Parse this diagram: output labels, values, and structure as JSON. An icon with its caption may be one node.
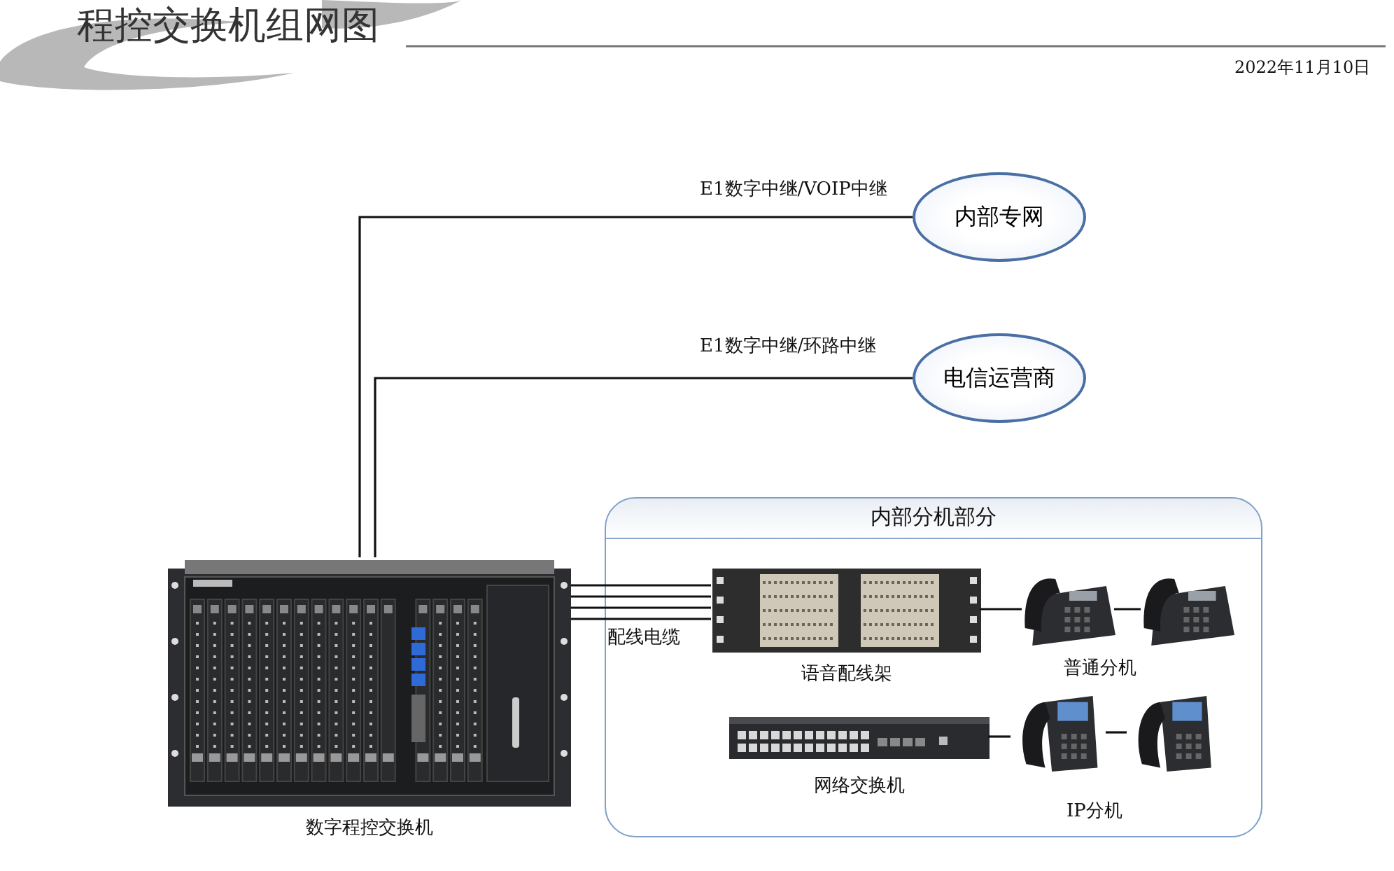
{
  "diagram": {
    "title": "程控交换机组网图",
    "nodes": [
      {
        "text": [
          "内部分机部分"
        ]
      },
      {
        "text": [],
        "shape": "picture",
        "beside": [
          "数字程控交换机"
        ]
      },
      {
        "text": [
          "内部专网"
        ]
      },
      {
        "text": [
          "电信运营商"
        ]
      },
      {
        "text": [],
        "shape": "picture",
        "in": 0,
        "beside": [
          "语音配线架"
        ]
      },
      {
        "text": [],
        "shape": "picture",
        "in": 0
      },
      {
        "text": [],
        "shape": "picture",
        "in": 0
      },
      {
        "text": [],
        "shape": "picture",
        "in": 0,
        "beside": [
          "网络交换机"
        ]
      },
      {
        "text": [],
        "shape": "picture",
        "in": 0
      },
      {
        "text": [],
        "shape": "picture",
        "in": 0
      }
    ],
    "edges": [
      {
        "from": 1,
        "to": 2,
        "arrow": "none",
        "label": "E1数字中继/VOIP中继"
      },
      {
        "from": 1,
        "to": 3,
        "arrow": "none",
        "label": "E1数字中继/环路中继"
      },
      {
        "from": 1,
        "to": 4,
        "arrow": "none",
        "label": "配线电缆"
      },
      {
        "from": 4,
        "to": 5,
        "arrow": "none"
      },
      {
        "from": 5,
        "to": 6,
        "arrow": "none"
      },
      {
        "from": 7,
        "to": 8,
        "arrow": "none"
      },
      {
        "from": 8,
        "to": 9,
        "arrow": "none"
      }
    ],
    "labels": [
      "2022年11月10日",
      "普通分机",
      "IP分机"
    ]
  }
}
